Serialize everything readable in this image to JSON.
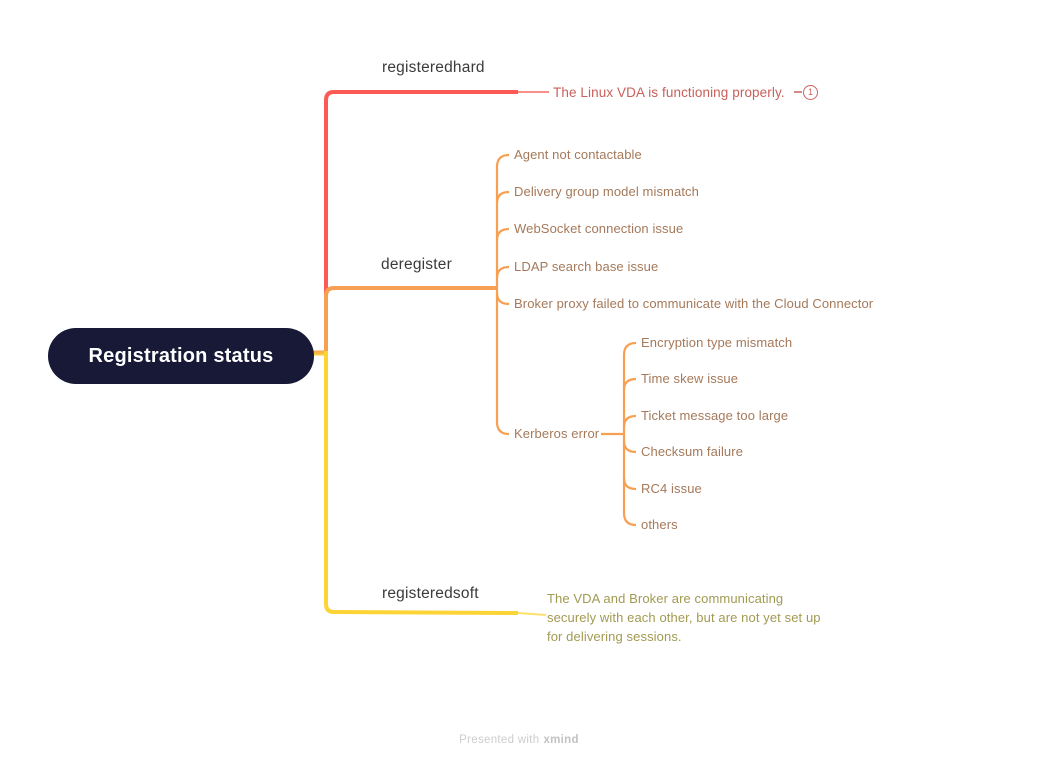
{
  "root": {
    "label": "Registration status"
  },
  "branches": [
    {
      "label": "registeredhard",
      "color": "#fb5b54",
      "leaf": {
        "text": "The Linux VDA is functioning properly.",
        "badge": "1"
      }
    },
    {
      "label": "deregister",
      "color": "#f7a052",
      "children": [
        {
          "label": "Agent not contactable"
        },
        {
          "label": "Delivery group model mismatch"
        },
        {
          "label": "WebSocket connection issue"
        },
        {
          "label": "LDAP search base issue"
        },
        {
          "label": "Broker proxy failed to communicate with the Cloud Connector"
        },
        {
          "label": "Kerberos error",
          "children": [
            {
              "label": "Encryption type mismatch"
            },
            {
              "label": "Time skew issue"
            },
            {
              "label": "Ticket message too large"
            },
            {
              "label": "Checksum failure"
            },
            {
              "label": "RC4 issue"
            },
            {
              "label": "others"
            }
          ]
        }
      ]
    },
    {
      "label": "registeredsoft",
      "color": "#fdd435",
      "leaf": {
        "text": "The VDA and Broker are communicating securely with each other, but are not yet set up for delivering sessions."
      }
    }
  ],
  "footer": {
    "prefix": "Presented with",
    "brand": "xmind"
  },
  "colors": {
    "root_fill": "#171936",
    "root_text": "#ffffff",
    "branch_red": "#fb5b54",
    "branch_orange": "#f7a052",
    "branch_yellow": "#fdd435",
    "text_red": "#c9605b",
    "text_brown": "#a5795a",
    "text_olive": "#a29a52",
    "label_dark": "#3b3b3b"
  }
}
